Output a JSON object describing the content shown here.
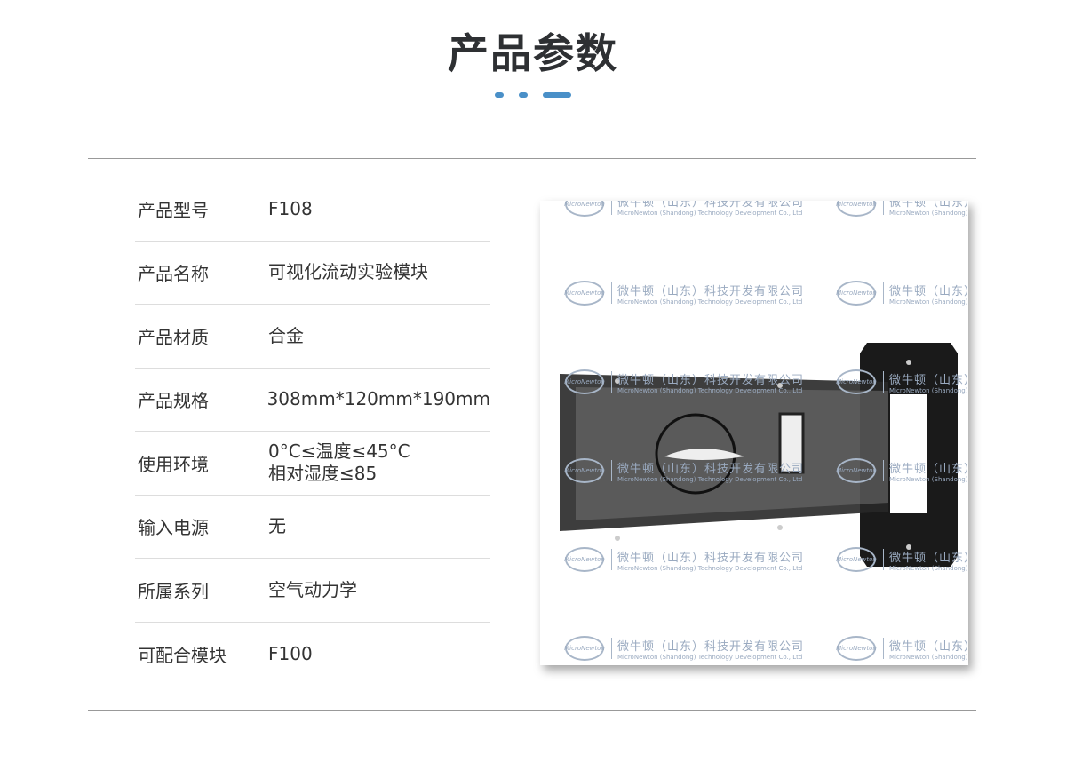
{
  "title": "产品参数",
  "accent": "#4a90c8",
  "params": [
    {
      "label": "产品型号",
      "value": "F108"
    },
    {
      "label": "产品名称",
      "value": "可视化流动实验模块"
    },
    {
      "label": "产品材质",
      "value": "合金"
    },
    {
      "label": "产品规格",
      "value": "308mm*120mm*190mm"
    },
    {
      "label": "使用环境",
      "value": "0°C≤温度≤45°C",
      "value2": "相对湿度≤85"
    },
    {
      "label": "输入电源",
      "value": "无"
    },
    {
      "label": "所属系列",
      "value": "空气动力学"
    },
    {
      "label": "可配合模块",
      "value": "F100"
    }
  ],
  "watermark": {
    "logo": "MicroNewton",
    "cn": "微牛顿（山东）科技开发有限公司",
    "en": "MicroNewton (Shandong) Technology Development Co., Ltd"
  }
}
